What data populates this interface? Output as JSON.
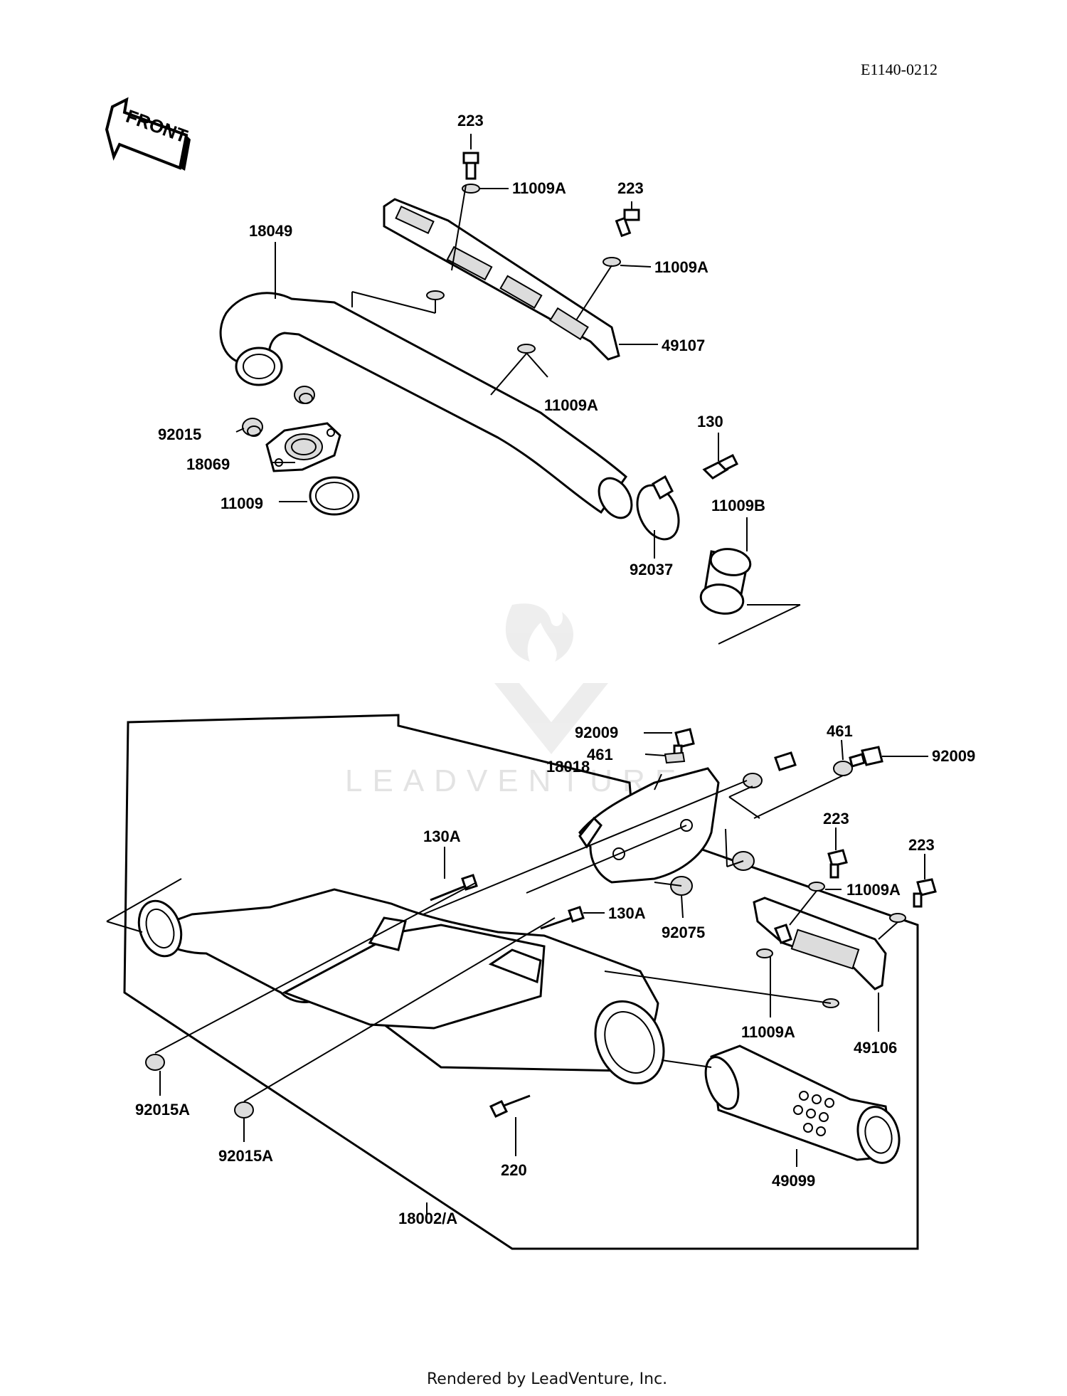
{
  "diagram_code": "E1140-0212",
  "front_arrow_label": "FRONT",
  "watermark_text": "LEADVENTURE",
  "footer": "Rendered by LeadVenture, Inc.",
  "callouts": {
    "c223_top": "223",
    "c11009A_top": "11009A",
    "c223_right": "223",
    "c11009A_right": "11009A",
    "c18049": "18049",
    "c49107": "49107",
    "c11009A_mid": "11009A",
    "c130": "130",
    "c92015": "92015",
    "c18069": "18069",
    "c11009": "11009",
    "c11009B": "11009B",
    "c92037": "92037",
    "c92009_left": "92009",
    "c461_left": "461",
    "c461_right": "461",
    "c92009_right": "92009",
    "c18018": "18018",
    "c223_b1": "223",
    "c223_b2": "223",
    "c11009A_b1": "11009A",
    "c130A_top": "130A",
    "c130A_mid": "130A",
    "c92075": "92075",
    "c11009A_b2": "11009A",
    "c49106": "49106",
    "c92015A_1": "92015A",
    "c92015A_2": "92015A",
    "c220": "220",
    "c49099": "49099",
    "c18002A": "18002/A"
  },
  "colors": {
    "ink": "#000000",
    "watermark": "#e3e3e3",
    "background": "#ffffff"
  }
}
